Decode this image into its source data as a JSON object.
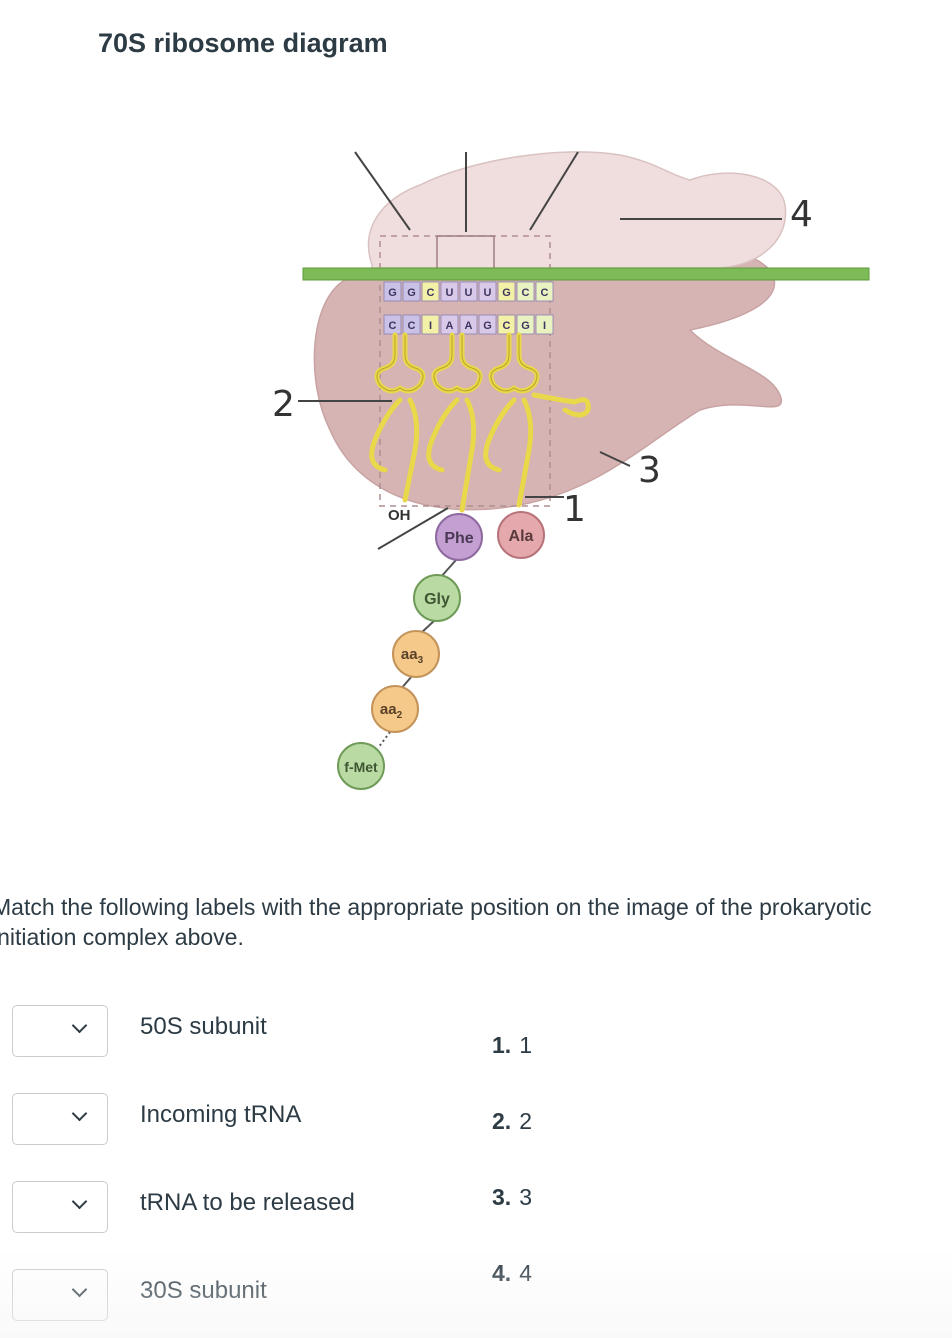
{
  "title": "70S ribosome diagram",
  "diagram": {
    "mrna_codons": [
      "G",
      "G",
      "C",
      "U",
      "U",
      "U",
      "G",
      "C",
      "C"
    ],
    "anticodons": [
      "C",
      "C",
      "I",
      "A",
      "A",
      "G",
      "C",
      "G",
      "I"
    ],
    "position_labels": [
      "1",
      "2",
      "3",
      "4"
    ],
    "oh_label": "OH",
    "amino_acids": {
      "phe": "Phe",
      "ala": "Ala",
      "gly": "Gly",
      "aa3": "aa",
      "aa3_sub": "3",
      "aa2": "aa",
      "aa2_sub": "2",
      "fmet": "f-Met"
    },
    "colors": {
      "large_subunit": "#d5b4b3",
      "small_subunit": "#efdedd",
      "mrna": "#7dbb57",
      "trna": "#e8d84a",
      "phe": "#c39fd2",
      "ala": "#e5a9ad",
      "gly": "#b9dba3",
      "aa": "#f5c98a",
      "fmet": "#b9dba3"
    }
  },
  "question_text": "Match the following labels with the appropriate position on the image of the prokaryotic initiation complex above.",
  "prompts": [
    {
      "label": "50S subunit",
      "selected": ""
    },
    {
      "label": "Incoming tRNA",
      "selected": ""
    },
    {
      "label": "tRNA to be released",
      "selected": ""
    },
    {
      "label": "30S subunit",
      "selected": ""
    }
  ],
  "answers": [
    {
      "num": "1.",
      "text": "1"
    },
    {
      "num": "2.",
      "text": "2"
    },
    {
      "num": "3.",
      "text": "3"
    },
    {
      "num": "4.",
      "text": "4"
    }
  ]
}
